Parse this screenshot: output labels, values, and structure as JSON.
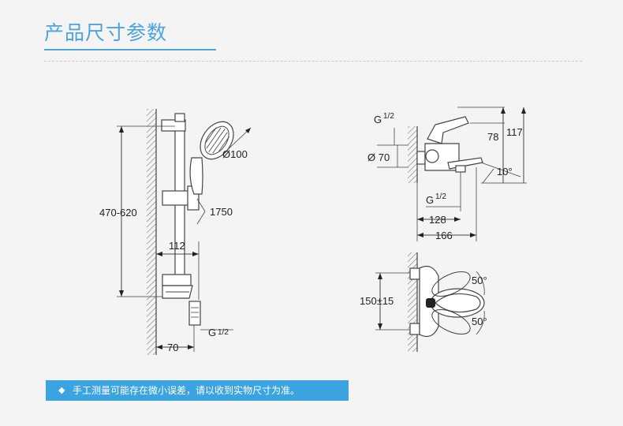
{
  "header": {
    "title": "产品尺寸参数"
  },
  "note": {
    "bullet": "◆",
    "text": "手工测量可能存在微小误差，请以收到实物尺寸为准。"
  },
  "dimensions": {
    "height_range": "470-620",
    "head_diameter": "Ø100",
    "hose_length": "1750",
    "bar_offset": "112",
    "bottom_connection": "G",
    "bottom_connection_frac": "1/2",
    "wall_distance": "70",
    "mixer_top_thread": "G",
    "mixer_top_thread_frac": "1/2",
    "mixer_diameter": "Ø 70",
    "mixer_height_78": "78",
    "mixer_height_117": "117",
    "spout_angle": "10°",
    "spout_thread": "G",
    "spout_thread_frac": "1/2",
    "spout_depth_128": "128",
    "spout_depth_166": "166",
    "rotation_angle_top": "50°",
    "rotation_angle_bottom": "50°",
    "inlet_spacing": "150±15"
  },
  "colors": {
    "accent": "#4aa4df",
    "note_bg": "#3aa3e0",
    "wall_hatch": "#777777"
  }
}
